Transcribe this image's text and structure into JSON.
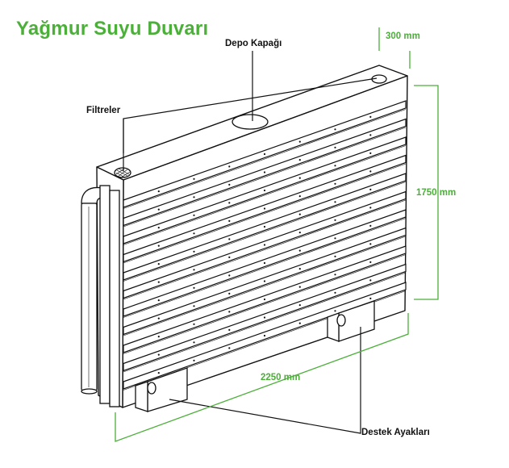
{
  "title": "Yağmur Suyu Duvarı",
  "labels": {
    "tank_lid": "Depo Kapağı",
    "filters": "Filtreler",
    "support_feet": "Destek Ayakları"
  },
  "dimensions": {
    "depth": "300 mm",
    "height": "1750 mm",
    "width": "2250 mm"
  },
  "colors": {
    "accent": "#4caf3a",
    "line": "#111111"
  }
}
